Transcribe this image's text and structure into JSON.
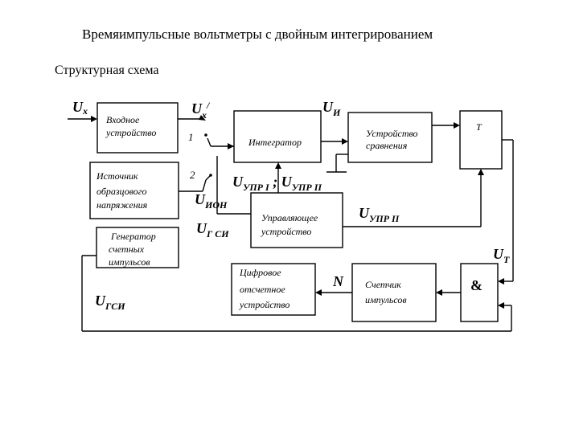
{
  "header": {
    "title": "Времяимпульсные вольтметры с двойным интегрированием",
    "subtitle": "Структурная схема"
  },
  "blocks": {
    "input_device": [
      "Входное",
      "устройство"
    ],
    "reference_source": [
      "Источник",
      "образцового",
      "напряжения"
    ],
    "pulse_generator": [
      "Генератор",
      "счетных",
      "импульсов"
    ],
    "integrator": [
      "Интегратор"
    ],
    "comparator": [
      "Устройство",
      "сравнения"
    ],
    "trigger": [
      "Т"
    ],
    "control_device": [
      "Управляющее",
      "устройство"
    ],
    "digital_readout": [
      "Цифровое",
      "отсчетное",
      "устройство"
    ],
    "pulse_counter": [
      "Счетчик",
      "импульсов"
    ],
    "and_gate": [
      "&"
    ]
  },
  "signals": {
    "ux": {
      "main": "U",
      "sub": "x"
    },
    "ux_prime": {
      "main": "U",
      "sub": "x",
      "sup": "/"
    },
    "ui": {
      "main": "U",
      "sub": "И"
    },
    "uupr": {
      "main1": "U",
      "sub1": "УПР I",
      "sep": " ; ",
      "main2": "U",
      "sub2": "УПР II"
    },
    "uion": {
      "main": "U",
      "sub": "ИОН"
    },
    "ugsi_switch": {
      "main": "U",
      "sub": "Г СИ"
    },
    "ugsi": {
      "main": "U",
      "sub": "ГСИ"
    },
    "uupr2": {
      "main": "U",
      "sub": "УПР II"
    },
    "ut": {
      "main": "U",
      "sub": "T"
    },
    "n": {
      "main": "N"
    }
  },
  "switch": {
    "pos1": "1",
    "pos2": "2"
  }
}
